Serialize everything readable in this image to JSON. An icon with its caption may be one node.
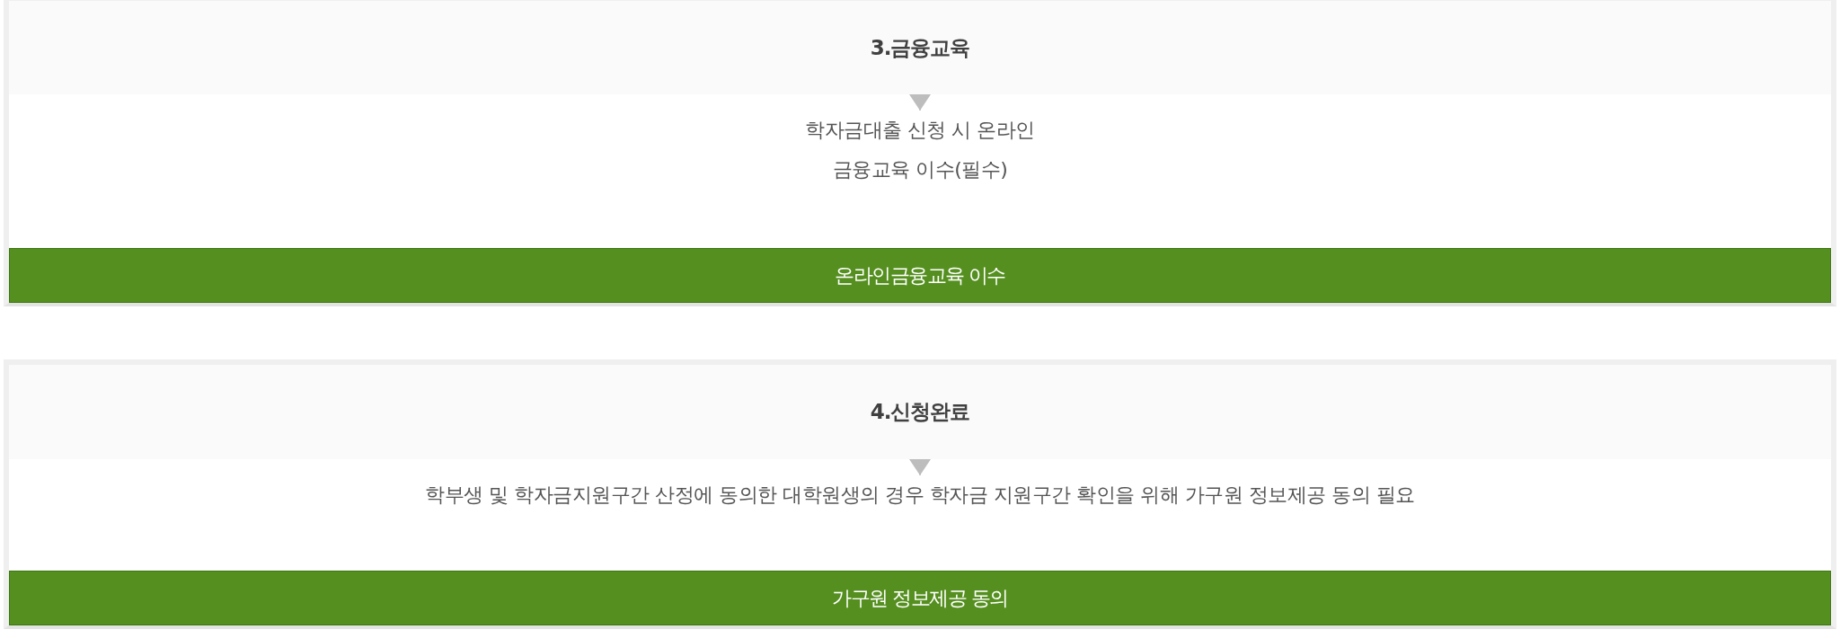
{
  "diagram": {
    "nodes": [
      {
        "text": [],
        "shape": "box"
      },
      {
        "text": [
          "3.금융교육"
        ],
        "in": 0
      },
      {
        "text": [
          "학자금대출 신청 시 온라인 금융교육 이수(필수)"
        ],
        "in": 0
      },
      {
        "text": [
          "온라인금융교육 이수"
        ],
        "in": 0
      },
      {
        "text": [],
        "shape": "box"
      },
      {
        "text": [
          "4.신청완료"
        ],
        "in": 4
      },
      {
        "text": [
          "학부생 및 학자금지원구간 산정에 동의한 대학원생의 경우 학자금 지원구간 확인을 위해 가구원 정보제공 동의 필요"
        ],
        "in": 4
      },
      {
        "text": [
          "가구원 정보제공 동의"
        ],
        "in": 4
      }
    ],
    "edges": [
      {
        "from": 1,
        "to": 2,
        "arrow": "to"
      },
      {
        "from": 5,
        "to": 6,
        "arrow": "to"
      }
    ]
  }
}
